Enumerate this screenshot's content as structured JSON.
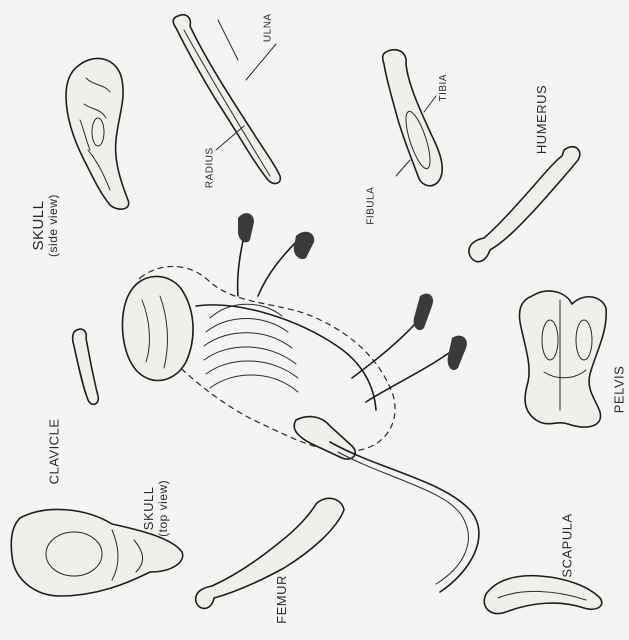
{
  "labels": {
    "ulna": "ULNA",
    "radius": "RADIUS",
    "tibia": "TIBIA",
    "fibula": "FIBULA",
    "humerus": "HUMERUS",
    "skull_side": "SKULL",
    "skull_side_sub": "(side view)",
    "clavicle": "CLAVICLE",
    "pelvis": "PELVIS",
    "skull_top": "SKULL",
    "skull_top_sub": "(top view)",
    "femur": "FEMUR",
    "scapula": "SCAPULA"
  }
}
